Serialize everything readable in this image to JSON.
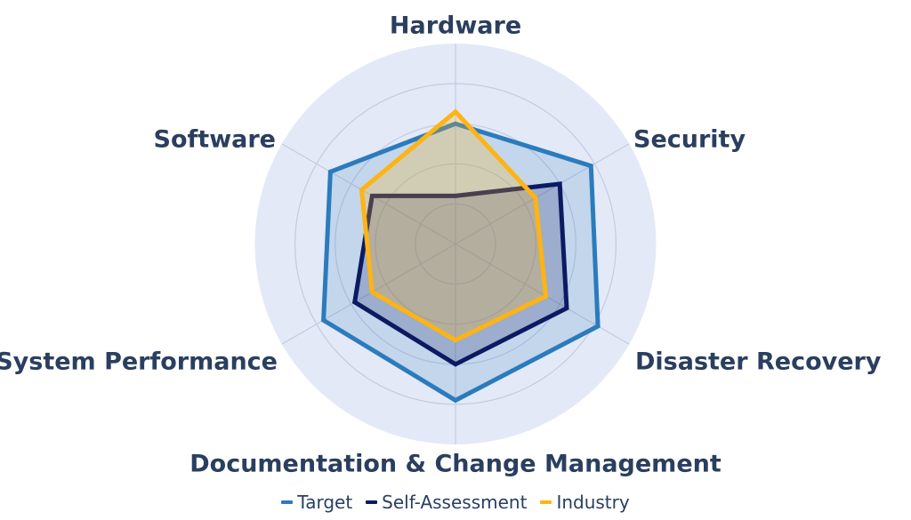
{
  "chart_data": {
    "type": "radar",
    "title": "",
    "categories": [
      "Hardware",
      "Security",
      "Disaster Recovery",
      "Documentation & Change Management",
      "System Performance",
      "Software"
    ],
    "series": [
      {
        "name": "Target",
        "line_color": "#2b7bbd",
        "fill_color": "rgba(43,123,189,0.175)",
        "values": [
          3.0,
          3.9,
          4.1,
          3.9,
          3.8,
          3.6
        ]
      },
      {
        "name": "Self-Assessment",
        "line_color": "#0c1a63",
        "fill_color": "rgba(16,26,100,0.22)",
        "values": [
          1.2,
          3.0,
          3.2,
          3.0,
          2.9,
          2.4
        ]
      },
      {
        "name": "Industry",
        "line_color": "#fdb414",
        "fill_color": "rgba(253,180,20,0.25)",
        "values": [
          3.3,
          2.3,
          2.6,
          2.4,
          2.4,
          2.7
        ]
      }
    ],
    "r_min": 0,
    "r_max": 5,
    "ring_step": 1,
    "grid": true,
    "legend_position": "bottom"
  },
  "colors": {
    "background": "#ffffff",
    "polar_disk": "#e3e9f6",
    "grid_line": "#c4cbe4",
    "label_text": "#2a3f5f"
  }
}
